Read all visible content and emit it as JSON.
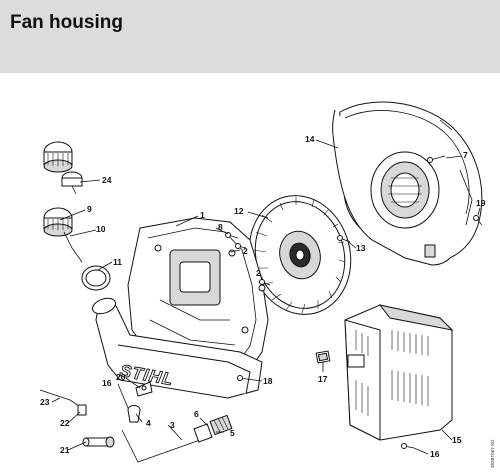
{
  "header": {
    "title": "Fan housing"
  },
  "diagram": {
    "brand_logo": "STIHL",
    "doc_code": "383BT067 SG",
    "callouts": [
      "1",
      "2",
      "2",
      "3",
      "4",
      "5",
      "6",
      "7",
      "8",
      "9",
      "10",
      "11",
      "12",
      "13",
      "14",
      "15",
      "16",
      "16",
      "17",
      "18",
      "19",
      "20",
      "21",
      "22",
      "23",
      "24"
    ]
  },
  "colors": {
    "header_bg": "#dcdcdc",
    "line": "#111111",
    "background": "#ffffff"
  }
}
